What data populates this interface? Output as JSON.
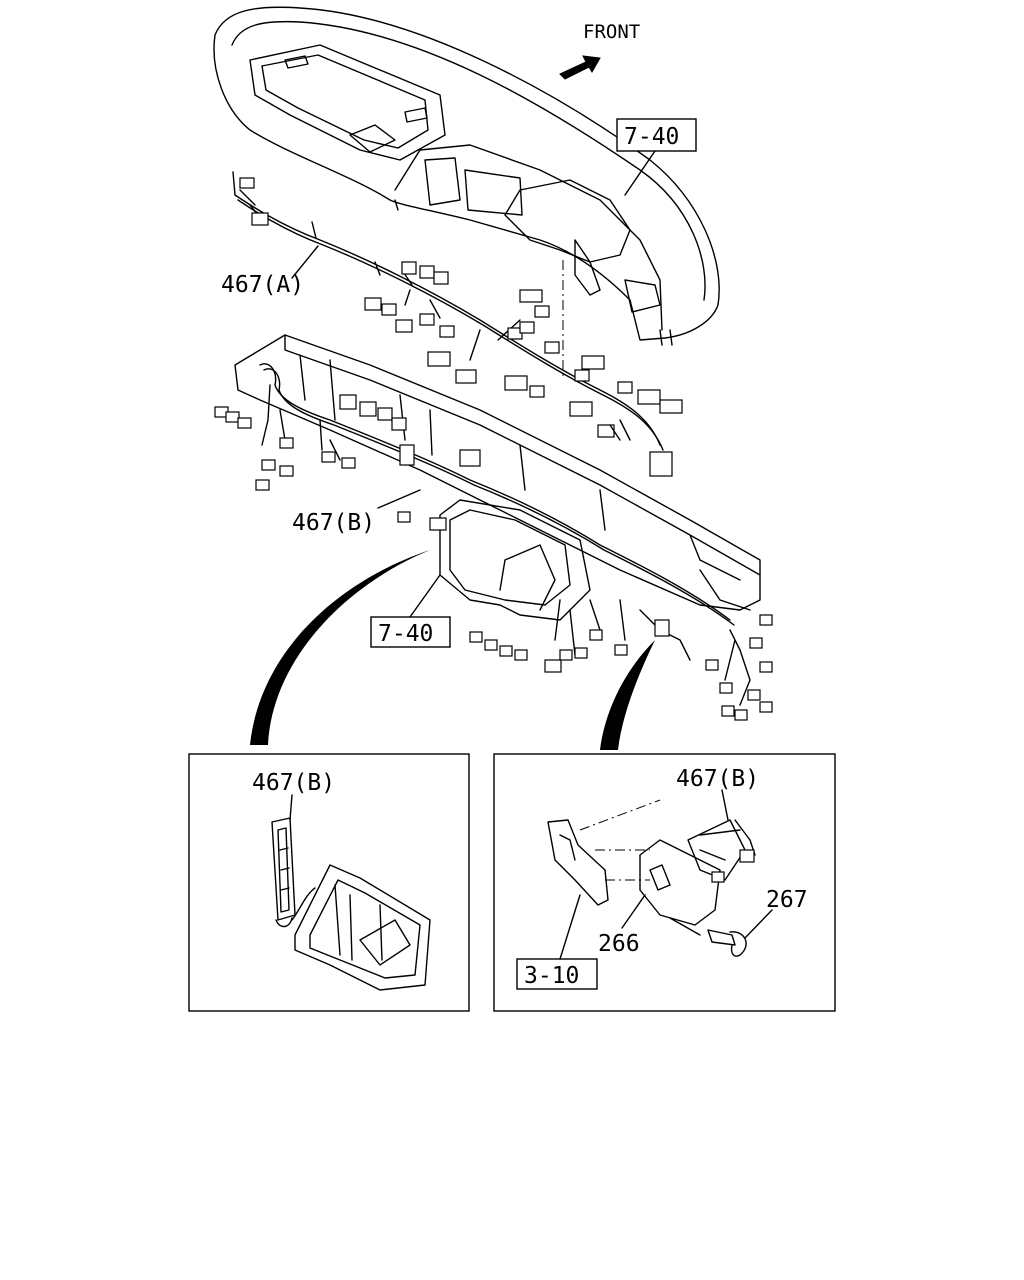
{
  "labels": {
    "front": "FRONT",
    "ref_top": "7-40",
    "harness_a": "467(A)",
    "harness_b": "467(B)",
    "ref_mid": "7-40",
    "detail_left_part": "467(B)",
    "detail_right_part": "467(B)",
    "bracket": "266",
    "bolt": "267",
    "ref_bottom": "3-10"
  },
  "colors": {
    "ink": "#000000",
    "paper": "#ffffff"
  },
  "icons": {
    "direction": "front-arrow-icon"
  }
}
